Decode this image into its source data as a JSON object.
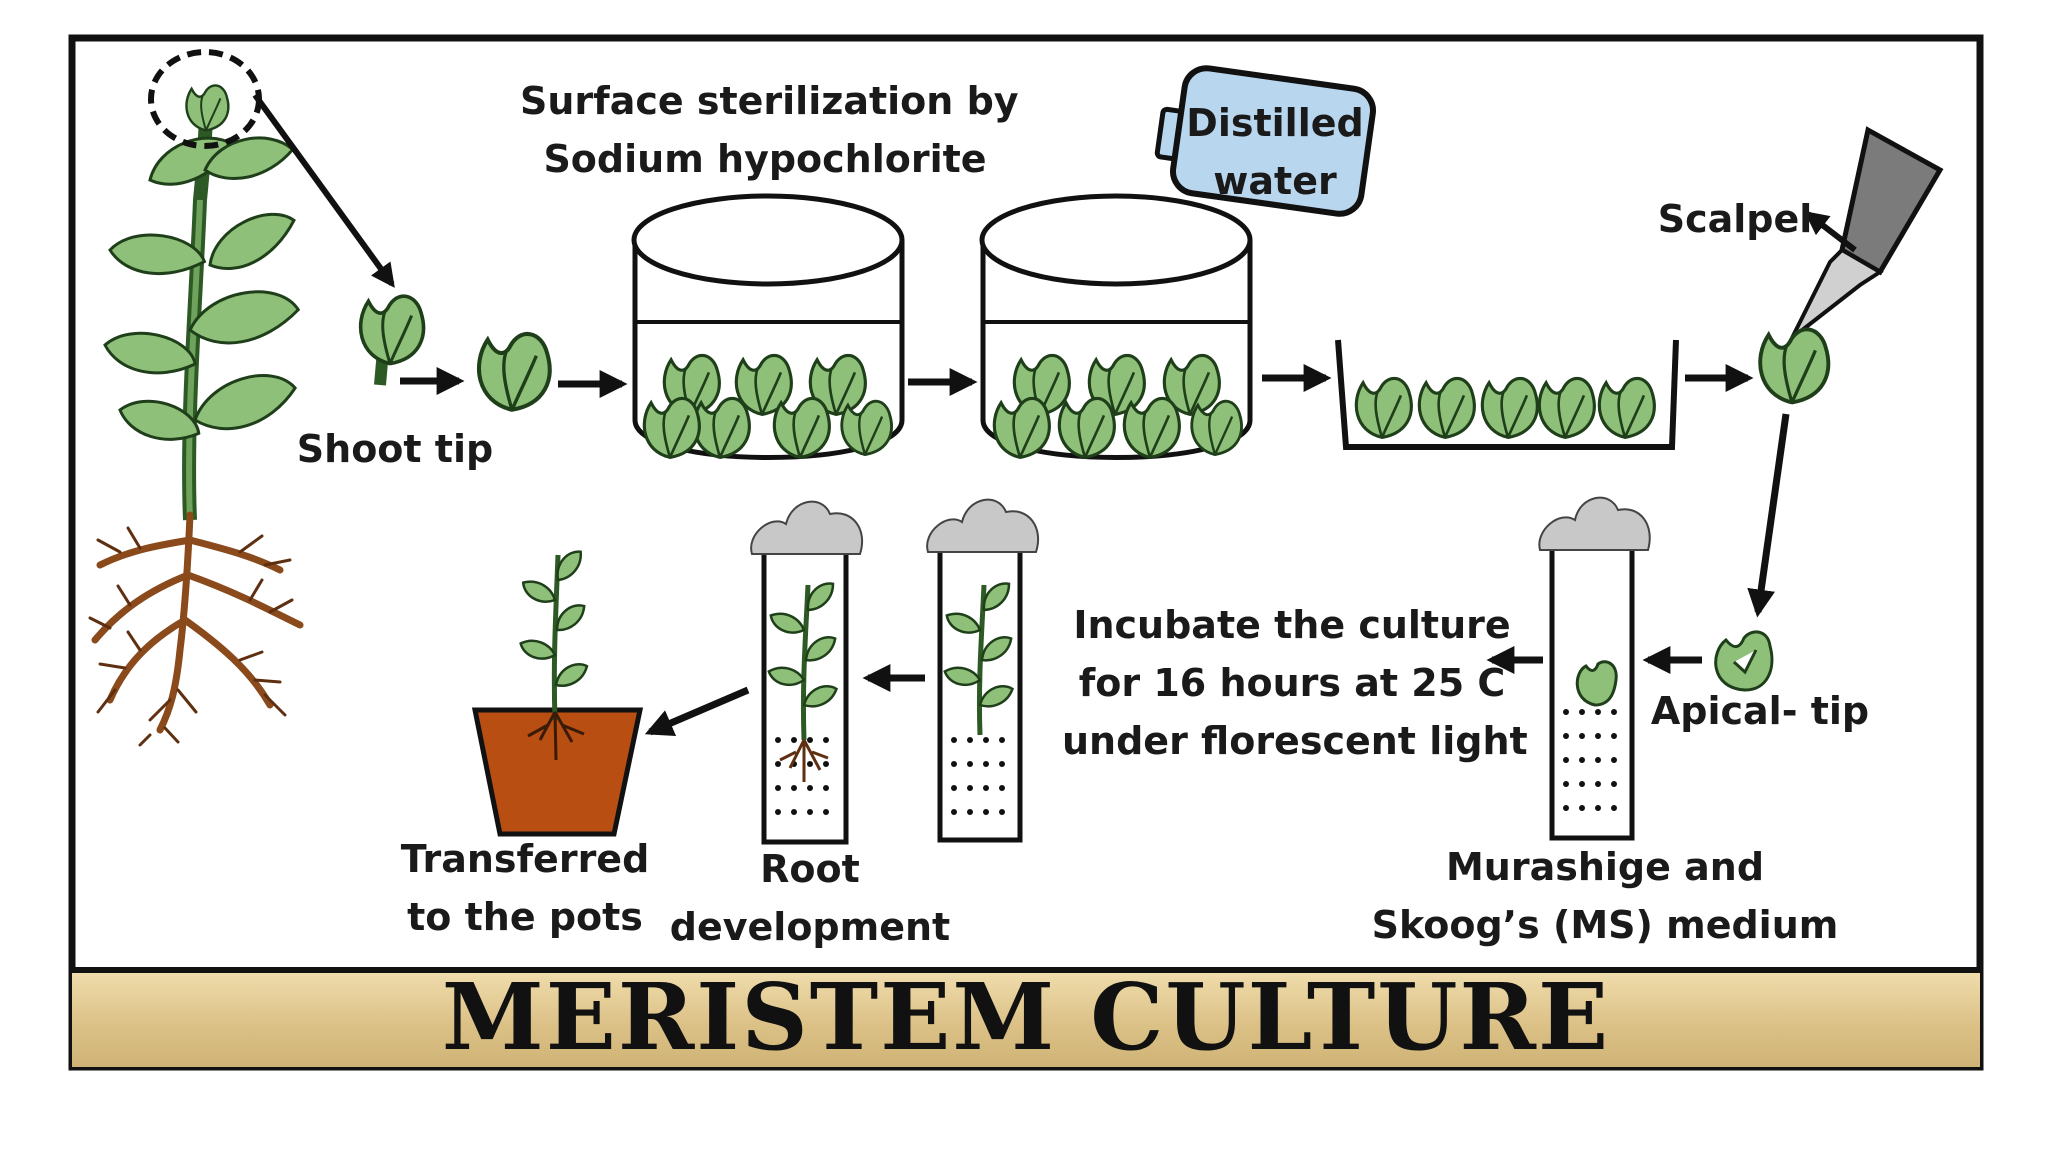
{
  "title": "MERISTEM CULTURE",
  "labels": {
    "sterilization": [
      "Surface sterilization by",
      "Sodium hypochlorite"
    ],
    "distilled_water": [
      "Distilled",
      "water"
    ],
    "scalpel": "Scalpel",
    "shoot_tip": "Shoot tip",
    "apical_tip": "Apical- tip",
    "incubate": [
      "Incubate the culture",
      "for 16 hours at 25 C",
      "under florescent light"
    ],
    "ms_medium": [
      "Murashige and",
      "Skoog’s (MS) medium"
    ],
    "root_development": [
      "Root",
      "development"
    ],
    "transferred": [
      "Transferred",
      "to the pots"
    ]
  },
  "colors": {
    "leaf_fill": "#8fc07a",
    "leaf_stroke": "#1f3f1a",
    "root": "#8a4a1c",
    "pot": "#b84e12",
    "water_bottle": "#b9d6ef",
    "cotton_plug": "#c8c8c8",
    "title_band": "#dcc187"
  }
}
